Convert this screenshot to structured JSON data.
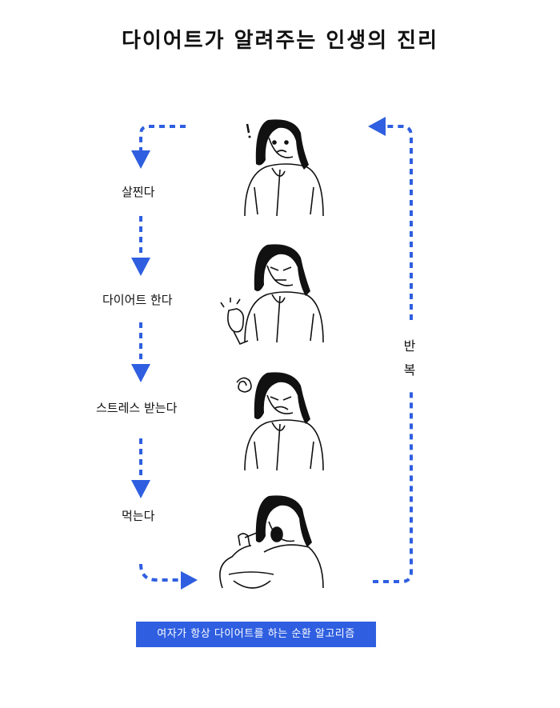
{
  "title": "다이어트가 알려주는 인생의 진리",
  "cycle": {
    "steps": [
      {
        "label": "살찐다"
      },
      {
        "label": "다이어트 한다"
      },
      {
        "label": "스트레스 받는다"
      },
      {
        "label": "먹는다"
      }
    ],
    "loop_label": [
      "반",
      "복"
    ],
    "arrow_color": "#2f5fe0"
  },
  "caption": "여자가 항상 다이어트를 하는 순환 알고리즘",
  "illustrations": [
    "surprised-woman",
    "determined-woman-fist",
    "stressed-woman",
    "eating-woman"
  ]
}
